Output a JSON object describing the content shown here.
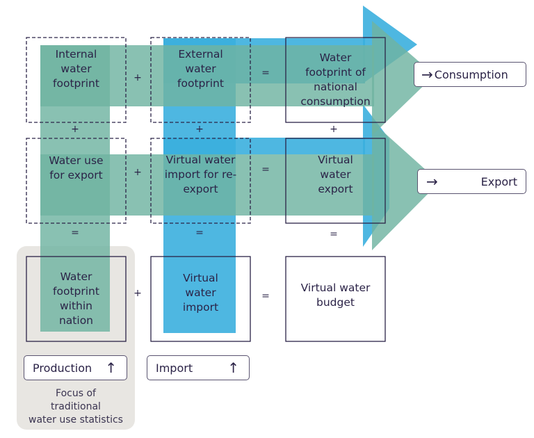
{
  "boxes": {
    "internal_wf": "Internal\nwater\nfootprint",
    "external_wf": "External\nwater\nfootprint",
    "wf_national_consumption": "Water\nfootprint of\nnational\nconsumption",
    "water_use_export": "Water use\nfor export",
    "vw_import_reexport": "Virtual water\nimport for re-\nexport",
    "vw_export": "Virtual\nwater\nexport",
    "wf_within_nation": "Water\nfootprint\nwithin\nnation",
    "vw_import": "Virtual\nwater\nimport",
    "vw_budget": "Virtual water\nbudget"
  },
  "operators": {
    "plus": "+",
    "equals": "="
  },
  "outputs": {
    "consumption": "Consumption",
    "export": "Export",
    "arrow_right": "→"
  },
  "inputs": {
    "production": "Production",
    "import": "Import",
    "arrow_up": "↑"
  },
  "focus_note": "Focus of\ntraditional\nwater use statistics",
  "colors": {
    "green": "#6fb3a1",
    "blue": "#3bafde",
    "focus_bg": "#e8e6e2",
    "ink": "#2b2347"
  }
}
